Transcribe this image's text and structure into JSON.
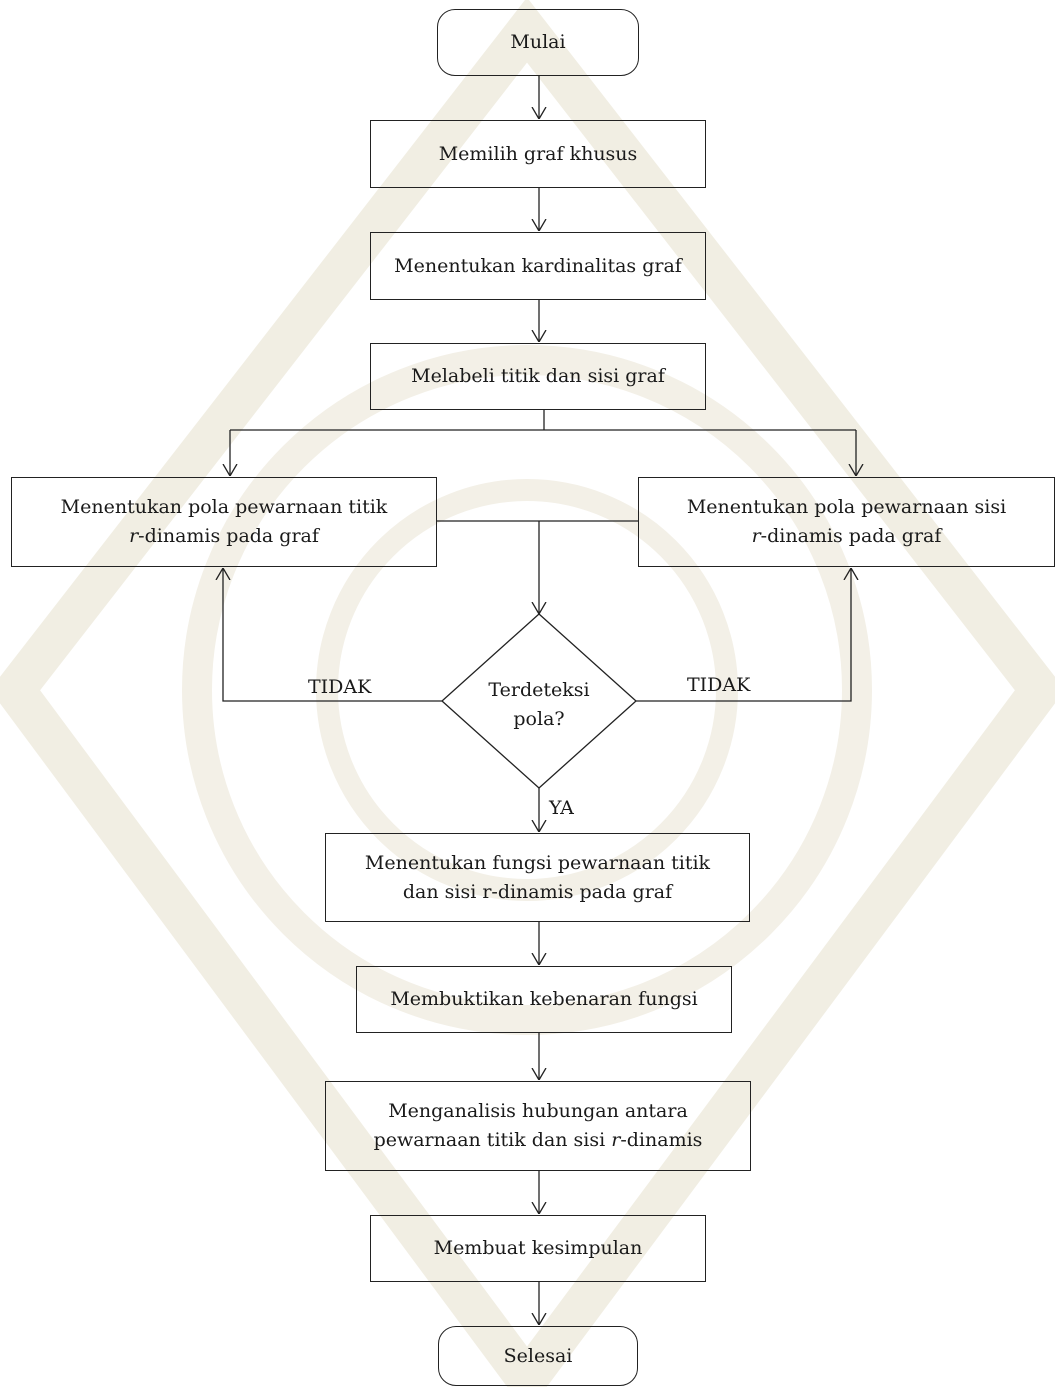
{
  "nodes": {
    "start": "Mulai",
    "choose_graph": "Memilih graf khusus",
    "cardinality": "Menentukan kardinalitas graf",
    "labeling": "Melabeli titik dan sisi graf",
    "vertex_pattern": {
      "line1": "Menentukan pola pewarnaan titik",
      "line2_var": "r",
      "line2_rest": "-dinamis pada graf"
    },
    "edge_pattern": {
      "line1": "Menentukan pola pewarnaan sisi",
      "line2_var": "r",
      "line2_rest": "-dinamis pada graf"
    },
    "decision": {
      "line1": "Terdeteksi",
      "line2": "pola?"
    },
    "function": {
      "line1": "Menentukan fungsi pewarnaan titik",
      "line2": "dan sisi r-dinamis pada graf"
    },
    "prove": "Membuktikan kebenaran fungsi",
    "analyze": {
      "line1": "Menganalisis hubungan antara",
      "line2_text": "pewarnaan titik dan sisi ",
      "line2_var": "r",
      "line2_rest": "-dinamis"
    },
    "conclude": "Membuat kesimpulan",
    "end": "Selesai"
  },
  "edge_labels": {
    "no_left": "TIDAK",
    "no_right": "TIDAK",
    "yes": "YA"
  },
  "colors": {
    "stroke": "#222222",
    "watermark": "#f1eee3"
  }
}
